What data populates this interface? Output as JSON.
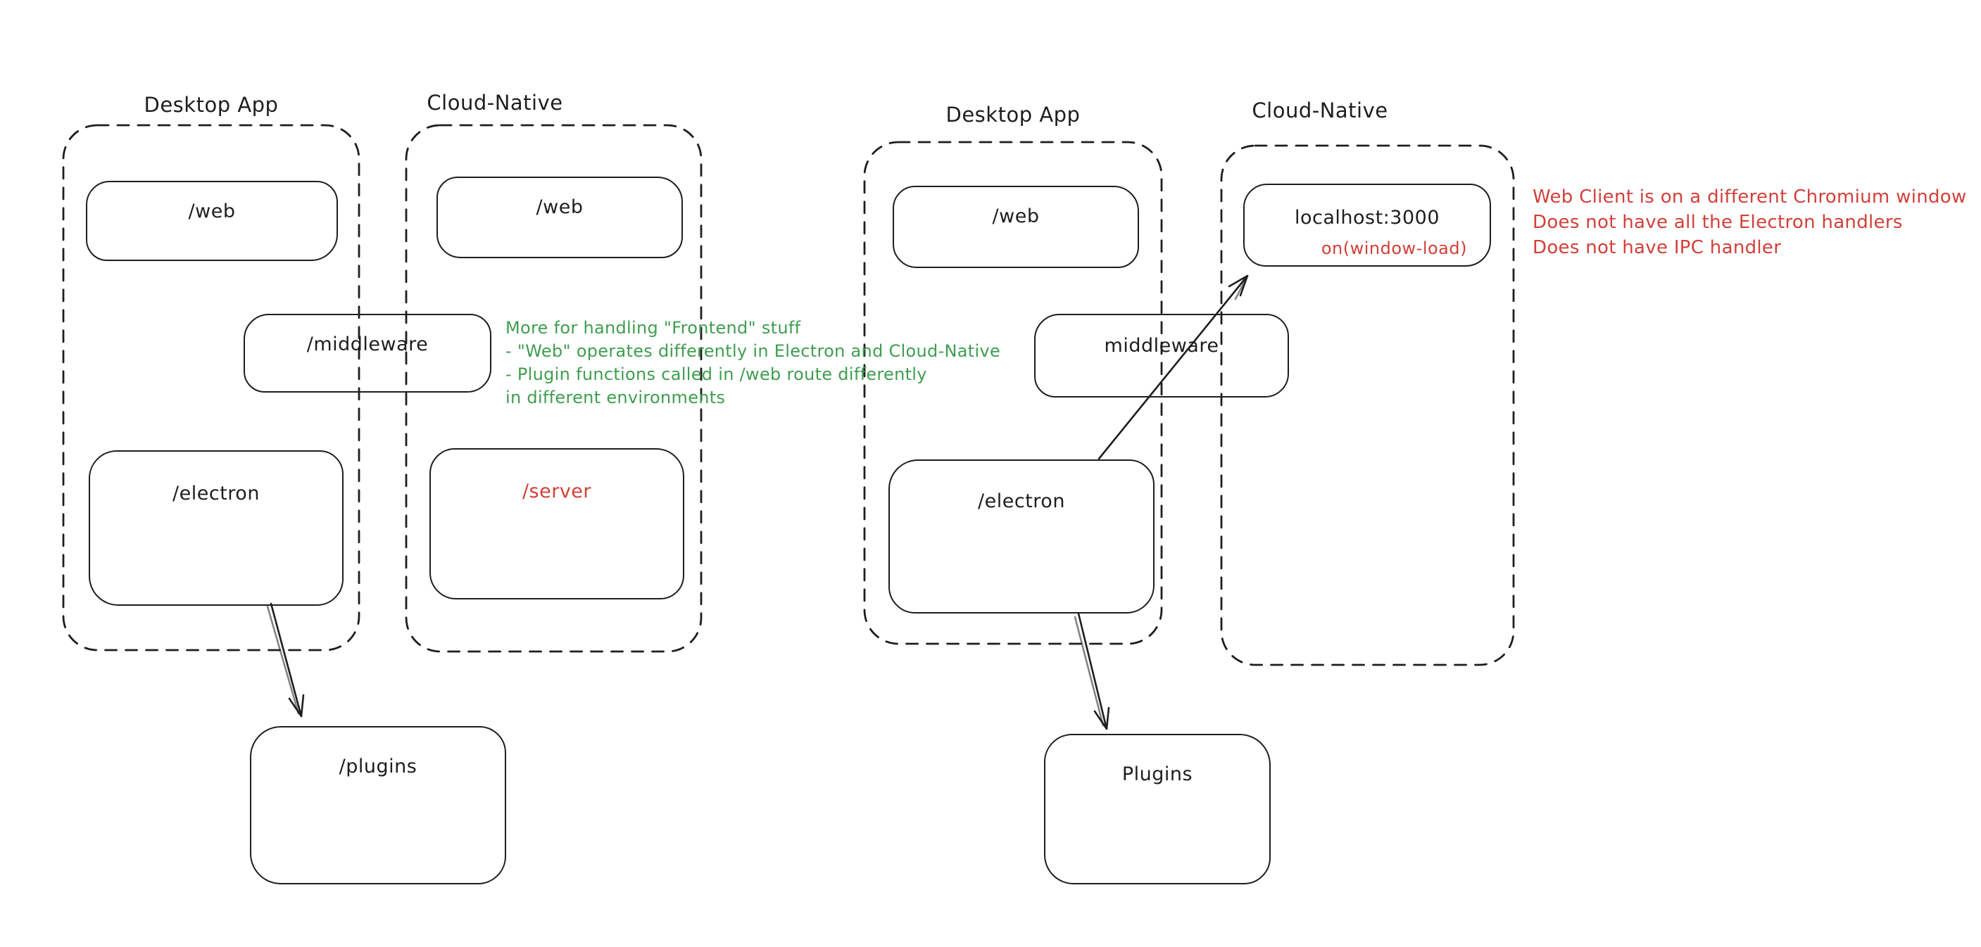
{
  "palette": {
    "stroke": "#1e1e1e",
    "green": "#3f9e50",
    "red": "#d24039",
    "bg": "#ffffff"
  },
  "diagram_left": {
    "desktop_group_label": "Desktop App",
    "cloud_group_label": "Cloud-Native",
    "web_desktop_label": "/web",
    "web_cloud_label": "/web",
    "middleware_label": "/middleware",
    "electron_label": "/electron",
    "server_label": "/server",
    "plugins_label": "/plugins"
  },
  "diagram_right": {
    "desktop_group_label": "Desktop App",
    "cloud_group_label": "Cloud-Native",
    "web_label": "/web",
    "localhost_label": "localhost:3000",
    "window_load_label": "on(window-load)",
    "middleware_label": "middleware",
    "electron_label": "/electron",
    "plugins_label": "Plugins"
  },
  "notes": {
    "green": {
      "line1": "More for handling \"Frontend\" stuff",
      "line2": "- \"Web\" operates differently in Electron and Cloud-Native",
      "line3": "- Plugin functions called in /web route differently",
      "line4": "in different environments"
    },
    "red": {
      "line1": "Web Client is on a different Chromium window",
      "line2": "Does not have all the Electron handlers",
      "line3": "Does not have IPC handler"
    }
  }
}
